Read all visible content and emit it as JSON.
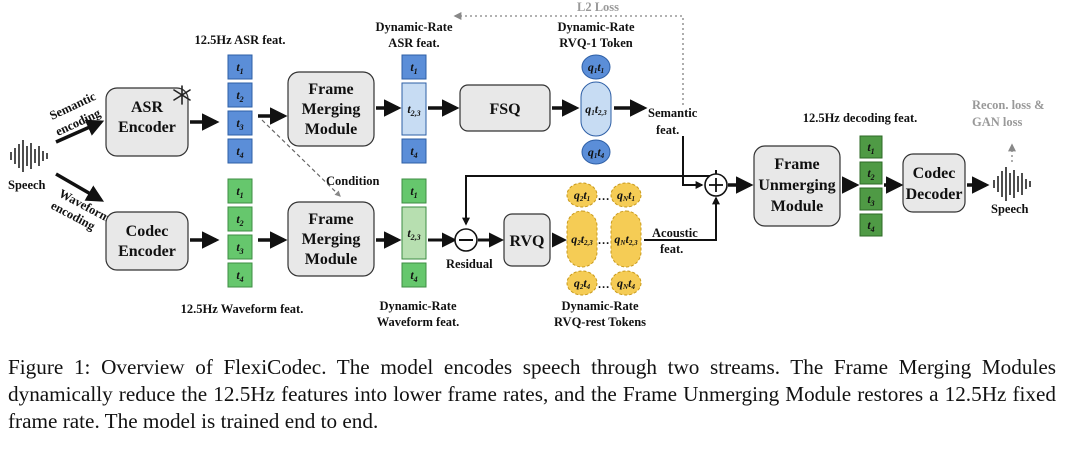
{
  "figure": {
    "asr_feat_label": "12.5Hz ASR feat.",
    "waveform_feat_label": "12.5Hz Waveform feat.",
    "dynamic_asr_label_1": "Dynamic-Rate",
    "dynamic_asr_label_2": "ASR feat.",
    "dynamic_wave_label_1": "Dynamic-Rate",
    "dynamic_wave_label_2": "Waveform feat.",
    "rvq1_label_1": "Dynamic-Rate",
    "rvq1_label_2": "RVQ-1 Token",
    "rvqrest_label_1": "Dynamic-Rate",
    "rvqrest_label_2": "RVQ-rest Tokens",
    "decoding_feat_label": "12.5Hz decoding feat.",
    "l2_loss": "L2 Loss",
    "recon_loss_1": "Recon. loss &",
    "recon_loss_2": "GAN loss",
    "speech_in": "Speech",
    "speech_out": "Speech",
    "semantic_encoding_1": "Semantic",
    "semantic_encoding_2": "encoding",
    "waveform_encoding_1": "Waveform",
    "waveform_encoding_2": "encoding",
    "asr_encoder_1": "ASR",
    "asr_encoder_2": "Encoder",
    "codec_encoder_1": "Codec",
    "codec_encoder_2": "Encoder",
    "fmm_1": "Frame",
    "fmm_2": "Merging",
    "fmm_3": "Module",
    "fum_1": "Frame",
    "fum_2": "Unmerging",
    "fum_3": "Module",
    "codec_decoder_1": "Codec",
    "codec_decoder_2": "Decoder",
    "fsq": "FSQ",
    "rvq": "RVQ",
    "condition": "Condition",
    "residual": "Residual",
    "semantic_feat_1": "Semantic",
    "semantic_feat_2": "feat.",
    "acoustic_feat_1": "Acoustic",
    "acoustic_feat_2": "feat.",
    "tokens_t": [
      "t1",
      "t2",
      "t3",
      "t4"
    ],
    "merged_token": "t2,3",
    "colors": {
      "blue": "#5b8ed8",
      "blue_light": "#c7dcf3",
      "green": "#66c76d",
      "green_light": "#b7dfb0",
      "green_dark": "#4f9a45",
      "yellow": "#f5cc55",
      "box_fill": "#e8e8e8"
    },
    "icons": [
      "speech-waveform-icon",
      "snowflake-icon"
    ]
  },
  "caption": "Figure 1: Overview of FlexiCodec. The model encodes speech through two streams. The Frame Merging Modules dynamically reduce the 12.5Hz features into lower frame rates, and the Frame Unmerging Module restores a 12.5Hz fixed frame rate. The model is trained end to end."
}
